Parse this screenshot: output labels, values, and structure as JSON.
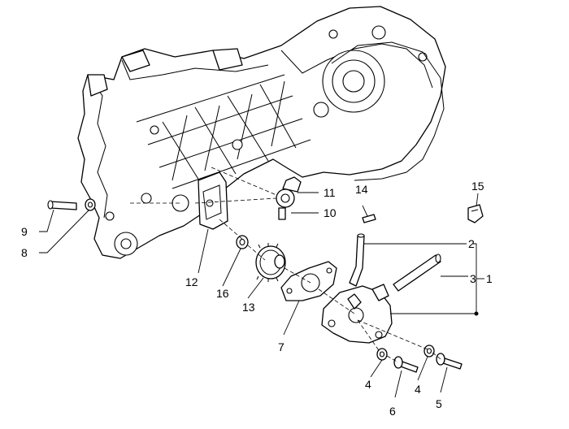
{
  "callouts": [
    {
      "id": "1",
      "label": "1"
    },
    {
      "id": "2",
      "label": "2"
    },
    {
      "id": "3",
      "label": "3"
    },
    {
      "id": "4a",
      "label": "4"
    },
    {
      "id": "4b",
      "label": "4"
    },
    {
      "id": "5",
      "label": "5"
    },
    {
      "id": "6",
      "label": "6"
    },
    {
      "id": "7",
      "label": "7"
    },
    {
      "id": "8",
      "label": "8"
    },
    {
      "id": "9",
      "label": "9"
    },
    {
      "id": "10",
      "label": "10"
    },
    {
      "id": "11",
      "label": "11"
    },
    {
      "id": "12",
      "label": "12"
    },
    {
      "id": "13",
      "label": "13"
    },
    {
      "id": "14",
      "label": "14"
    },
    {
      "id": "15",
      "label": "15"
    },
    {
      "id": "16",
      "label": "16"
    }
  ]
}
